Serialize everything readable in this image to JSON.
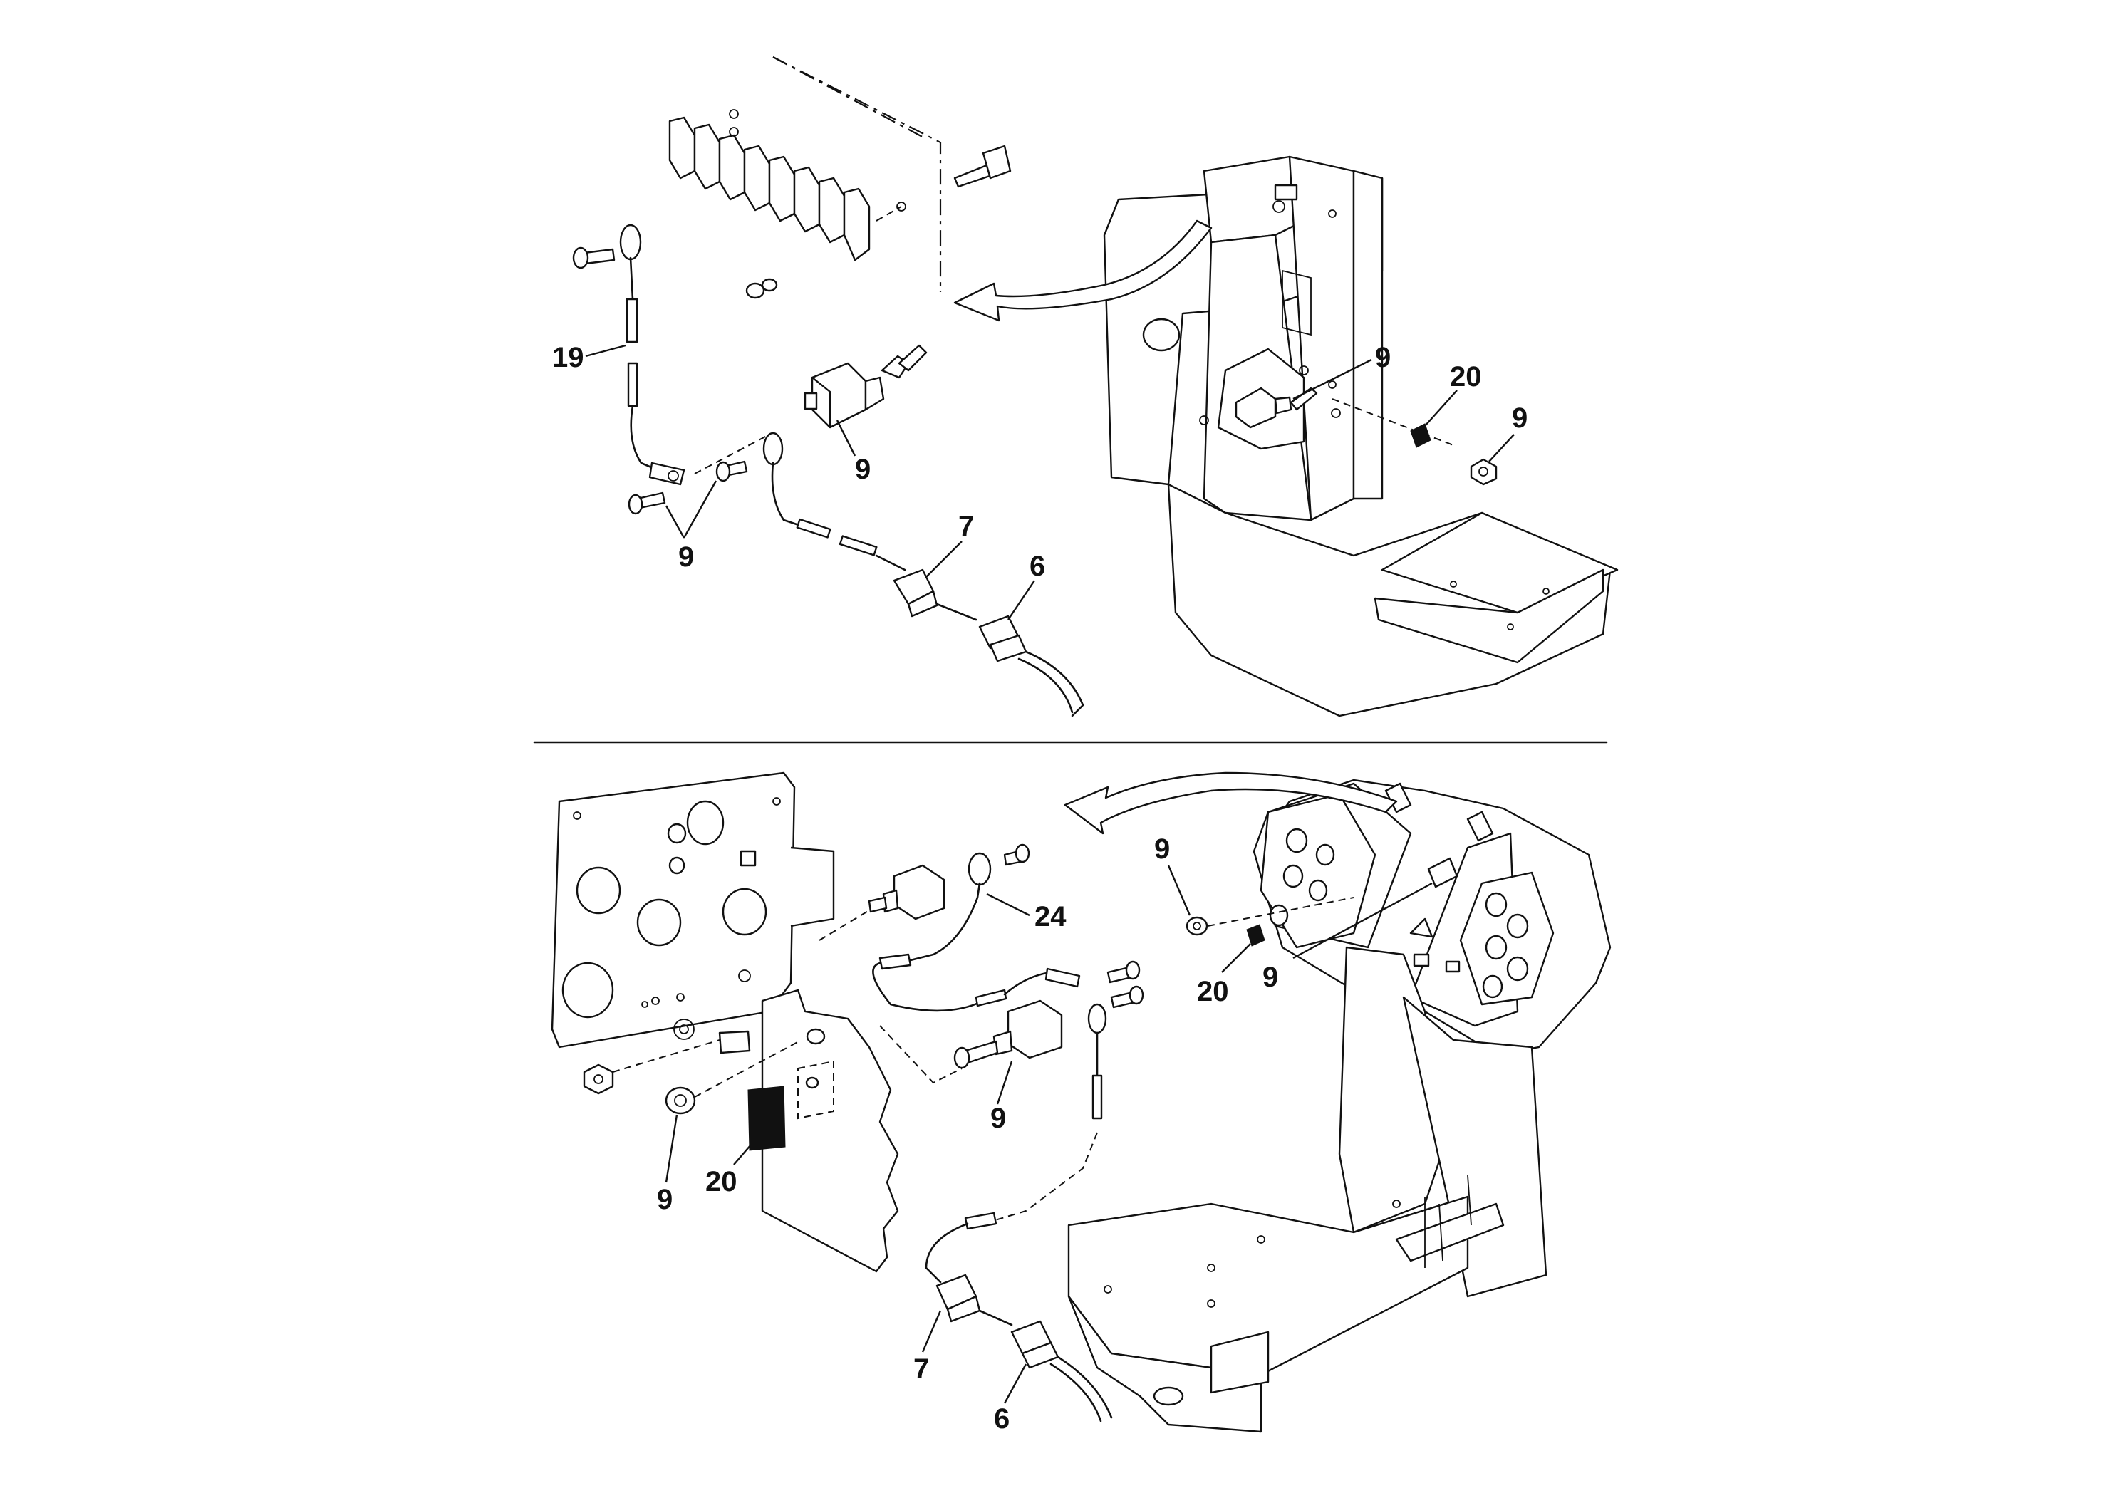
{
  "diagram": {
    "top_view": {
      "callouts": {
        "c19": "19",
        "c9_switch": "9",
        "c9_screws": "9",
        "c7": "7",
        "c6": "6",
        "c9_inset": "9",
        "c20": "20",
        "c9_nut": "9"
      }
    },
    "bottom_view": {
      "callouts": {
        "c24": "24",
        "c9_switch": "9",
        "c9_washer": "9",
        "c20_plate": "20",
        "c7": "7",
        "c6": "6",
        "c9_right_nut": "9",
        "c20_right": "20",
        "c9_right": "9"
      }
    }
  }
}
